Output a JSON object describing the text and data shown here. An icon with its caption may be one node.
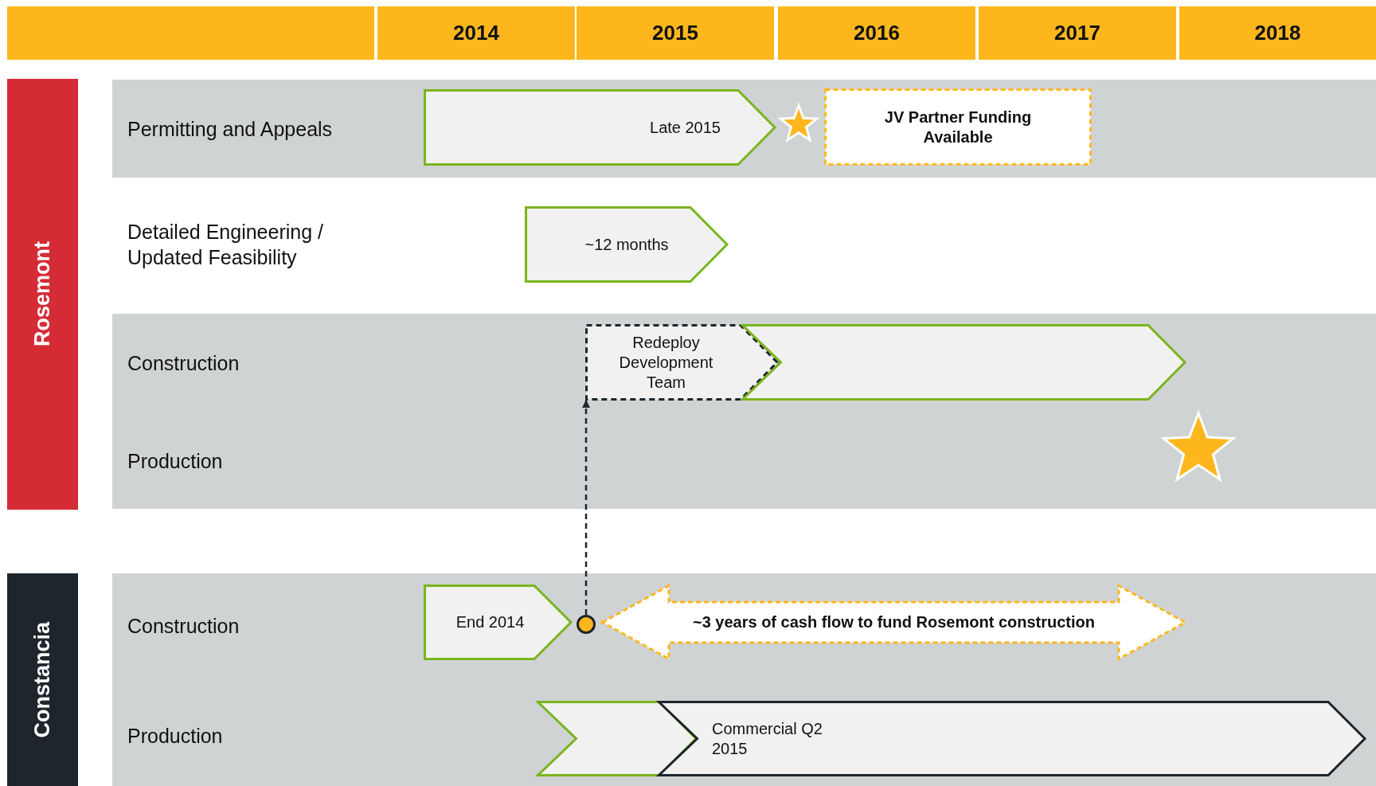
{
  "diagram": {
    "nodes": [
      {
        "text": [
          "Rosemont"
        ]
      },
      {
        "text": [
          "Constancia"
        ]
      },
      {
        "text": [
          "Late 2015"
        ]
      },
      {
        "text": [
          "JV Partner Funding Available"
        ]
      },
      {
        "text": [
          "~12 months"
        ]
      },
      {
        "text": [
          "Redeploy Development Team"
        ]
      },
      {
        "text": [],
        "shape": "chevron"
      },
      {
        "text": [
          "End 2014"
        ]
      },
      {
        "text": [],
        "shape": "circle"
      },
      {
        "text": [
          "~3 years of cash flow to fund Rosemont construction"
        ]
      },
      {
        "text": [],
        "shape": "chevron"
      },
      {
        "text": [
          "Commercial Q2 2015"
        ]
      },
      {
        "text": [],
        "shape": "star"
      },
      {
        "text": [],
        "shape": "star"
      }
    ],
    "edges": [
      {
        "from": 8,
        "to": 5,
        "arrow": "to",
        "style": "dashed"
      }
    ],
    "labels": [
      "2014",
      "2015",
      "2016",
      "2017",
      "2018",
      "Permitting and Appeals",
      "Detailed Engineering / Updated Feasibility",
      "Construction",
      "Production",
      "Construction",
      "Production"
    ]
  }
}
